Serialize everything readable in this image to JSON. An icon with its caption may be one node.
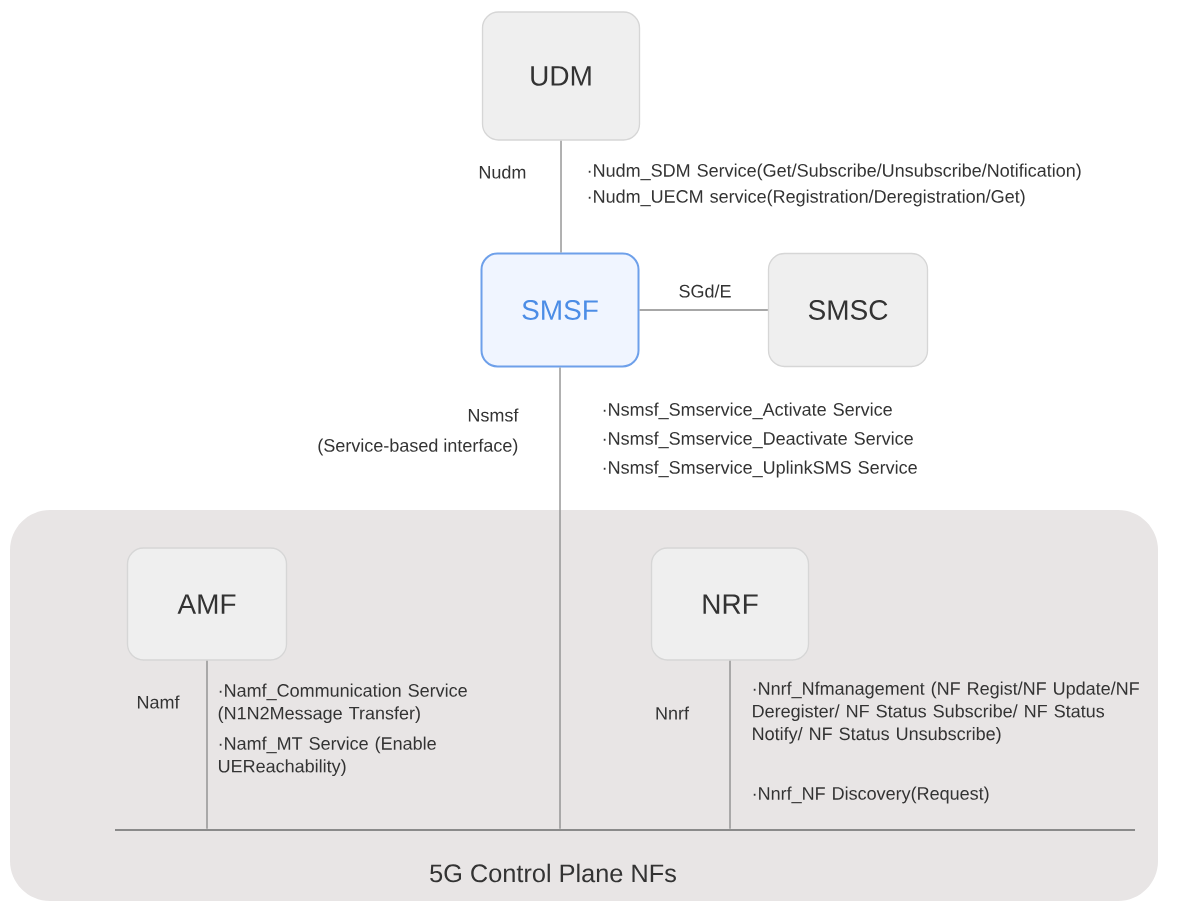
{
  "diagram": {
    "nodes": [
      {
        "text": [
          "UDM"
        ]
      },
      {
        "text": [
          "SMSF"
        ]
      },
      {
        "text": [
          "SMSC"
        ]
      },
      {
        "text": [
          "5G Control Plane NFs"
        ]
      },
      {
        "text": [
          "AMF"
        ],
        "in": 3
      },
      {
        "text": [
          "NRF"
        ],
        "in": 3
      },
      {
        "text": [],
        "shape": "bar",
        "in": 3
      }
    ],
    "edges": [
      {
        "from": 0,
        "to": 1,
        "arrow": "none",
        "label": "Nudm"
      },
      {
        "from": 1,
        "to": 2,
        "arrow": "none",
        "label": "SGd/E"
      },
      {
        "from": 1,
        "to": 6,
        "arrow": "none",
        "label": "Nsmsf"
      },
      {
        "from": 4,
        "to": 6,
        "arrow": "none",
        "label": "Namf"
      },
      {
        "from": 5,
        "to": 6,
        "arrow": "none",
        "label": "Nnrf"
      }
    ],
    "labels": [
      "·Nudm_SDM Service(Get/Subscribe/Unsubscribe/Notification)",
      "·Nudm_UECM service(Registration/Deregistration/Get)",
      "(Service-based interface)",
      "·Nsmsf_Smservice_Activate Service",
      "·Nsmsf_Smservice_Deactivate Service",
      "·Nsmsf_Smservice_UplinkSMS Service",
      "·Namf_Communication Service (N1N2Message Transfer)",
      "·Namf_MT Service (Enable UEReachability)",
      "·Nnrf_Nfmanagement (NF Regist/NF Update/NF Deregister/ NF Status Subscribe/ NF Status Notify/ NF Status Unsubscribe)",
      "·Nnrf_NF Discovery(Request)"
    ]
  }
}
